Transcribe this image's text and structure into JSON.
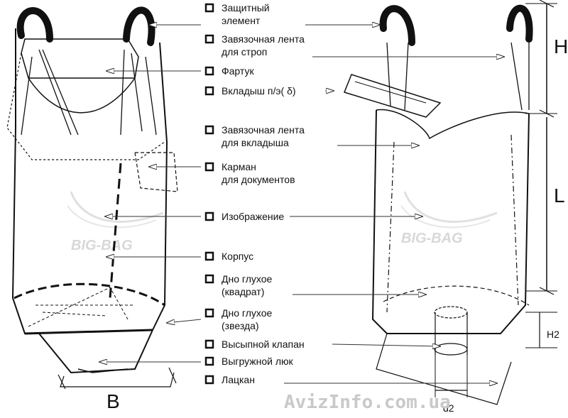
{
  "labels": [
    {
      "lines": [
        "Защитный",
        "элемент"
      ]
    },
    {
      "lines": [
        "Завязочная лента",
        "для строп"
      ]
    },
    {
      "lines": [
        "Фартук"
      ]
    },
    {
      "lines": [
        "Вкладыш п/э( δ)"
      ]
    },
    {
      "lines": [
        "Завязочная лента",
        "для вкладыша"
      ]
    },
    {
      "lines": [
        "Карман",
        "для документов"
      ]
    },
    {
      "lines": [
        "Изображение"
      ]
    },
    {
      "lines": [
        "Корпус"
      ]
    },
    {
      "lines": [
        "Дно глухое",
        "(квадрат)"
      ]
    },
    {
      "lines": [
        "Дно глухое",
        "(звезда)"
      ]
    },
    {
      "lines": [
        "Высыпной клапан"
      ]
    },
    {
      "lines": [
        "Выгружной люк"
      ]
    },
    {
      "lines": [
        "Лацкан"
      ]
    }
  ],
  "dimensions": {
    "B": "B",
    "H": "H",
    "L": "L",
    "H2": "H2",
    "d2": "d2"
  },
  "watermarks": {
    "left": "BIG-BAG",
    "right": "BIG-BAG"
  },
  "site": "AvizInfo.com.ua"
}
